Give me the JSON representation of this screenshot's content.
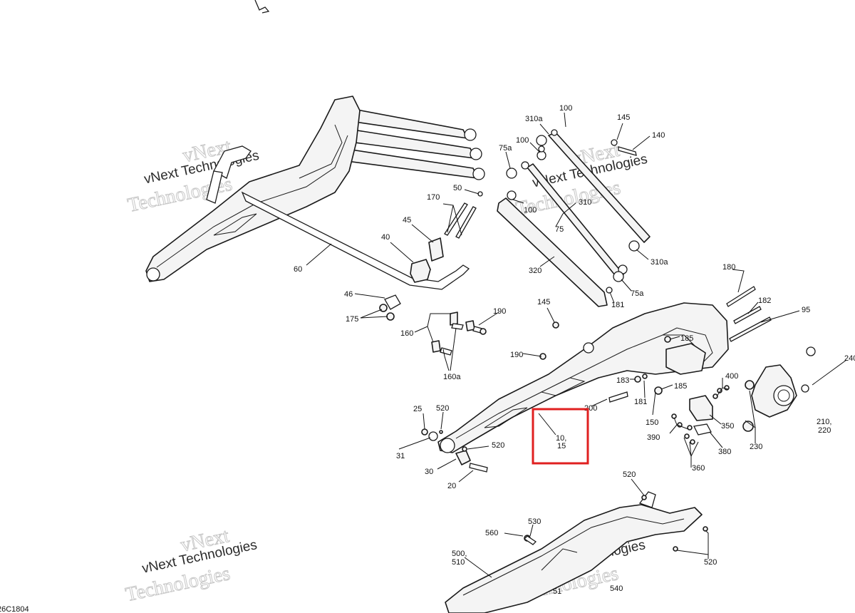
{
  "diagram": {
    "code": "26C1804",
    "watermarks": [
      {
        "line1": "vNext",
        "line2": "vNext Technologies",
        "line3": "Technologies"
      },
      {
        "line1": "vNext",
        "line2": "vNext Technologies",
        "line3": "Technologies"
      },
      {
        "line1": "vNext",
        "line2": "vNext Technologies",
        "line3": "Technologies"
      },
      {
        "line1": "vNext",
        "line2": "vNext Technologies",
        "line3": "Technologies"
      }
    ],
    "highlight": {
      "color": "#e02020",
      "line1": "10,",
      "line2": "15"
    },
    "callouts": [
      "100",
      "310a",
      "145",
      "140",
      "100",
      "75a",
      "50",
      "170",
      "100",
      "310",
      "75",
      "45",
      "40",
      "60",
      "320",
      "310a",
      "75a",
      "181",
      "145",
      "180",
      "182",
      "95",
      "46",
      "175",
      "160",
      "190",
      "160a",
      "190",
      "185",
      "240",
      "183",
      "181",
      "185",
      "400",
      "200",
      "25",
      "520",
      "150",
      "350",
      "390",
      "380",
      "210,",
      "220",
      "230",
      "31",
      "520",
      "30",
      "20",
      "360",
      "520",
      "530",
      "560",
      "500,",
      "510",
      "520",
      "51",
      "540"
    ]
  }
}
